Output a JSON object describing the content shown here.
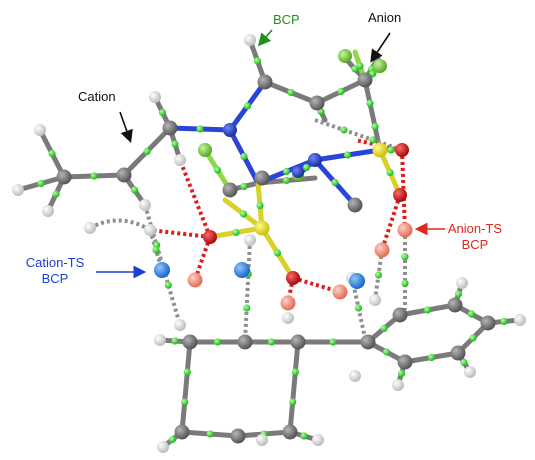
{
  "labels": {
    "bcp": "BCP",
    "anion": "Anion",
    "cation": "Cation",
    "cation_ts_line1": "Cation-TS",
    "cation_ts_line2": "BCP",
    "anion_ts_line1": "Anion-TS",
    "anion_ts_line2": "BCP"
  },
  "colors": {
    "carbon": "#6e6e6e",
    "hydrogen": "#e6e6e6",
    "nitrogen": "#1f3fc9",
    "sulfur": "#e8e01c",
    "oxygen": "#d81515",
    "fluorine": "#7fd23a",
    "bcp_point": "#22d622",
    "cation_ts_bcp": "#2f86e8",
    "anion_ts_bcp": "#f08a7a",
    "label_green": "#1f8f1f",
    "label_blue": "#1e3fd6",
    "label_red": "#e3261b"
  }
}
